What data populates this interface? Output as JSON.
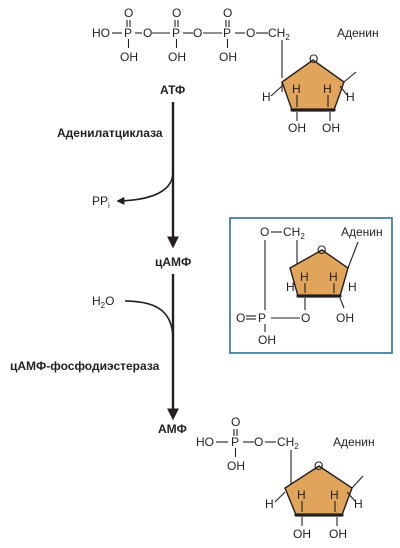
{
  "atp": {
    "label": "АТФ",
    "ho": "HO",
    "oh": "OH",
    "o": "O",
    "p": "P",
    "ch2": "CH",
    "sub2": "2",
    "base": "Аденин",
    "h": "H"
  },
  "enzyme1": "Аденилатциклаза",
  "ppi": {
    "pp": "PP",
    "sub": "i"
  },
  "camp": {
    "label": "цАМФ",
    "base": "Аденин",
    "ch2": "CH",
    "sub2": "2",
    "o": "O",
    "p": "P",
    "oh": "OH",
    "h": "H"
  },
  "water": {
    "h": "H",
    "sub": "2",
    "o": "O"
  },
  "enzyme2": "цАМФ-фосфодиэстераза",
  "amp": {
    "label": "АМФ",
    "ho": "HO",
    "oh": "OH",
    "o": "O",
    "p": "P",
    "ch2": "CH",
    "sub2": "2",
    "base": "Аденин",
    "h": "H"
  }
}
